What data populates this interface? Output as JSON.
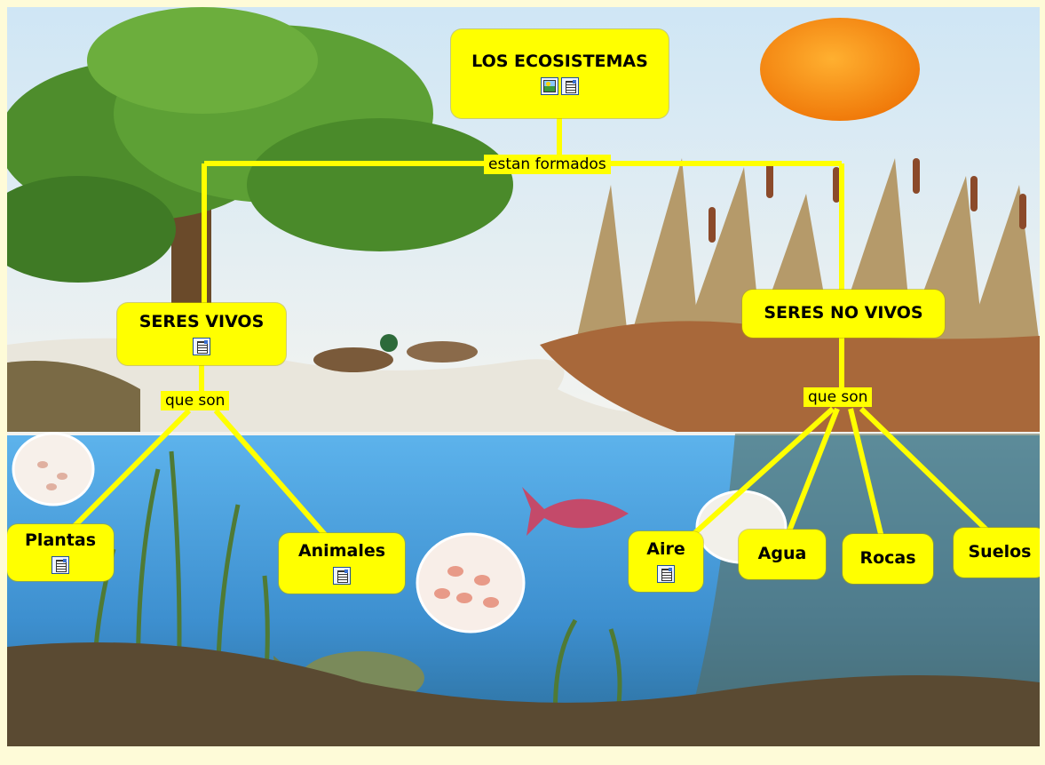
{
  "map": {
    "root": {
      "label": "LOS ECOSISTEMAS",
      "icons": [
        "image-icon",
        "note-icon"
      ]
    },
    "link_root": "estan formados",
    "left": {
      "label": "SERES VIVOS",
      "icons": [
        "note-icon"
      ],
      "link": "que son",
      "children": [
        {
          "label": "Plantas",
          "icons": [
            "note-icon"
          ]
        },
        {
          "label": "Animales",
          "icons": [
            "note-icon"
          ]
        }
      ]
    },
    "right": {
      "label": "SERES NO VIVOS",
      "link": "que son",
      "children": [
        {
          "label": "Aire",
          "icons": [
            "note-icon"
          ]
        },
        {
          "label": "Agua"
        },
        {
          "label": "Rocas"
        },
        {
          "label": "Suelos"
        }
      ]
    }
  },
  "colors": {
    "node_fill": "#ffff00",
    "link_line": "#ffff00",
    "page_background": "#fefbd8",
    "sky": "#dfeef7",
    "water": "#4aa3e0"
  },
  "background_image": "pond-ecosystem-illustration"
}
